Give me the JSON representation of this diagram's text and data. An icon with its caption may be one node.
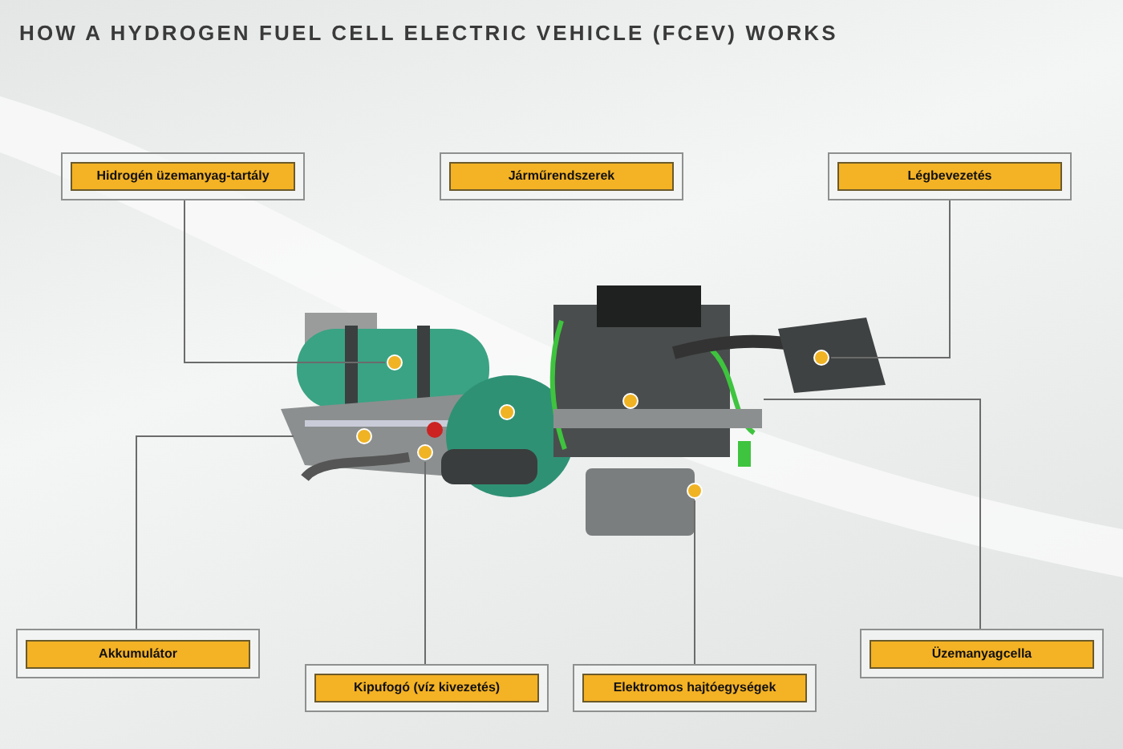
{
  "diagram": {
    "title": "HOW A HYDROGEN FUEL CELL ELECTRIC VEHICLE (FCEV) WORKS",
    "nodes": [
      {
        "text": [
          "Hidrogén üzemanyag-tartály"
        ]
      },
      {
        "text": [
          "Járműrendszerek"
        ]
      },
      {
        "text": [
          "Légbevezetés"
        ]
      },
      {
        "text": [
          "Akkumulátor"
        ]
      },
      {
        "text": [
          "Kipufogó (víz kivezetés)"
        ]
      },
      {
        "text": [
          "Elektromos hajtóegységek"
        ]
      },
      {
        "text": [
          "Üzemanyagcella"
        ]
      }
    ],
    "edges": [
      {
        "from": 0,
        "to": null,
        "arrow": "none"
      },
      {
        "from": 2,
        "to": null,
        "arrow": "none"
      },
      {
        "from": 3,
        "to": null,
        "arrow": "none"
      },
      {
        "from": 4,
        "to": null,
        "arrow": "none"
      },
      {
        "from": 5,
        "to": null,
        "arrow": "none"
      },
      {
        "from": 6,
        "to": null,
        "arrow": "none"
      }
    ]
  }
}
